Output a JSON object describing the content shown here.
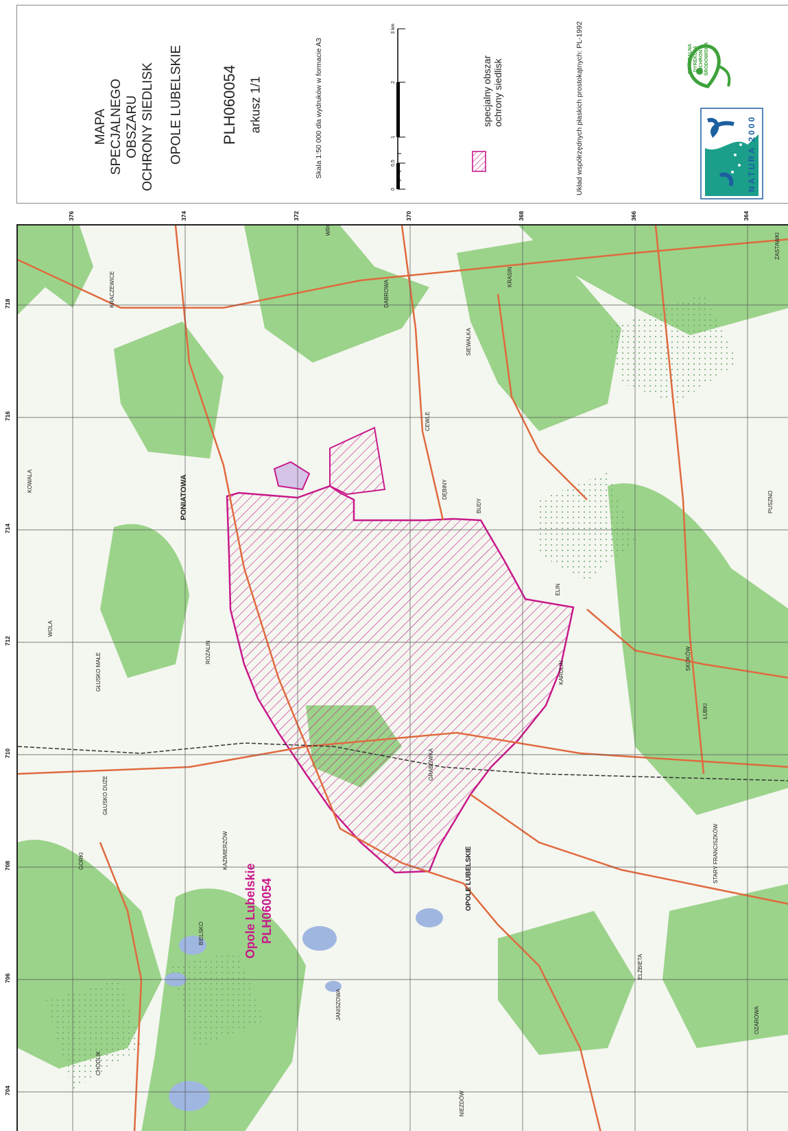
{
  "legend": {
    "title_lines": [
      "MAPA",
      "SPECJALNEGO",
      "OBSZARU",
      "OCHRONY SIEDLISK"
    ],
    "area_name": "OPOLE LUBELSKIE",
    "area_code": "PLH060054",
    "sheet": "arkusz 1/1",
    "scale_text": "Skala 1:50 000 dla wydruków w formacie A3",
    "scale_ticks": [
      "0",
      "0.5",
      "1",
      "2",
      "3 km"
    ],
    "legend_item": [
      "specjalny obszar",
      "ochrony siedlisk"
    ],
    "crs_text": "Układ współrzędnych płaskich prostokątnych: PL-1992",
    "gdos_logo_text": [
      "GENERALNA",
      "DYREKCJA",
      "OCHRONY",
      "ŚRODOWISKA"
    ],
    "natura_logo_text": "NATURA 2000",
    "colors": {
      "protected_area": "#c8198a",
      "gdos_green": "#3ea23b",
      "natura_blue": "#1c5fa0",
      "natura_teal": "#1b9f8a"
    }
  },
  "map": {
    "area_label_name": "Opole Lubelskie",
    "area_label_code": "PLH060054",
    "coords_top": [
      "376",
      "374",
      "372",
      "370",
      "368",
      "366",
      "364"
    ],
    "coords_left": [
      "718",
      "716",
      "714",
      "712",
      "710",
      "708",
      "706",
      "704"
    ],
    "places": [
      "WRONÓW",
      "KOWALA",
      "PONIATOWA",
      "WOLA",
      "KRACZEWICE",
      "CEWLE",
      "DĘBINY",
      "BUDY",
      "ELIN",
      "KRASIN",
      "KAROLIN",
      "KAZIMIERZÓW",
      "GŁUSKO MAŁE",
      "GŁUSKO DUŻE",
      "GORKI",
      "BIELSKO",
      "JANISZOWA",
      "ELŻBIETA",
      "STARY FRANCISZKÓW",
      "OZAROWA",
      "SKOKÓW",
      "OPOLE LUBELSKIE",
      "PUSZNO",
      "CHODLIK",
      "SIEWALKA",
      "ŁUBKI",
      "ROZALIN",
      "DABROWA",
      "GRABÓWKA",
      "NIEZDÓW",
      "ZASTAWKI"
    ],
    "legend_color_road": "#e06a3e",
    "legend_color_forest": "#9bd38a",
    "legend_color_water": "#9fb7e0"
  }
}
